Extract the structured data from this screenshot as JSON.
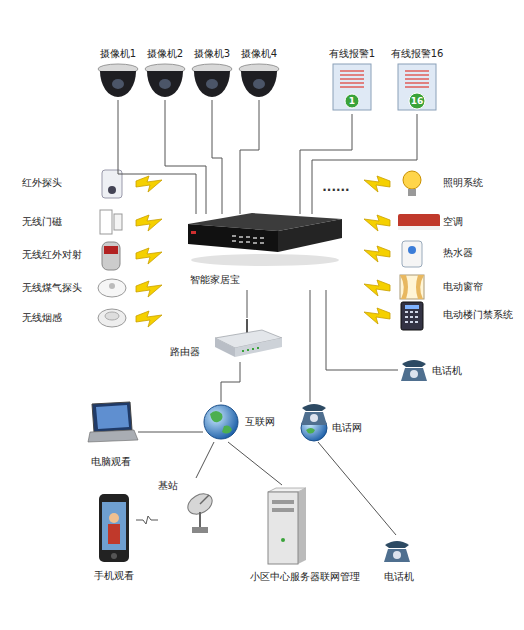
{
  "diagram": {
    "nodes": [
      {
        "text": [
          "摄像机1"
        ]
      },
      {
        "text": [
          "摄像机2"
        ]
      },
      {
        "text": [
          "摄像机3"
        ]
      },
      {
        "text": [
          "摄像机4"
        ]
      },
      {
        "text": [
          "有线报警1"
        ]
      },
      {
        "text": [
          "有线报警16"
        ]
      },
      {
        "text": [
          "红外探头"
        ]
      },
      {
        "text": [
          "无线门磁"
        ]
      },
      {
        "text": [
          "无线红外对射"
        ]
      },
      {
        "text": [
          "无线煤气探头"
        ]
      },
      {
        "text": [
          "无线烟感"
        ]
      },
      {
        "text": [
          "智能家居宝"
        ]
      },
      {
        "text": [
          "照明系统"
        ]
      },
      {
        "text": [
          "空调"
        ]
      },
      {
        "text": [
          "热水器"
        ]
      },
      {
        "text": [
          "电动窗帘"
        ]
      },
      {
        "text": [
          "电动楼门禁系统"
        ]
      },
      {
        "text": [
          "路由器"
        ]
      },
      {
        "text": [
          "电话机"
        ]
      },
      {
        "text": [
          "互联网"
        ]
      },
      {
        "text": [
          "电话网"
        ]
      },
      {
        "text": [
          "电脑观看"
        ]
      },
      {
        "text": [
          "基站"
        ]
      },
      {
        "text": [
          "手机观看"
        ]
      },
      {
        "text": [
          "小区中心服务器联网管理"
        ]
      },
      {
        "text": [
          "电话机"
        ]
      }
    ],
    "edges": [
      {
        "from": 0,
        "to": 11,
        "arrow": "none"
      },
      {
        "from": 1,
        "to": 11,
        "arrow": "none"
      },
      {
        "from": 2,
        "to": 11,
        "arrow": "none"
      },
      {
        "from": 3,
        "to": 11,
        "arrow": "none"
      },
      {
        "from": 4,
        "to": 11,
        "arrow": "none"
      },
      {
        "from": 5,
        "to": 11,
        "arrow": "none"
      },
      {
        "from": 11,
        "to": 17,
        "arrow": "none"
      },
      {
        "from": 11,
        "to": 18,
        "arrow": "none"
      },
      {
        "from": 11,
        "to": 20,
        "arrow": "none"
      },
      {
        "from": 17,
        "to": 19,
        "arrow": "none"
      },
      {
        "from": 19,
        "to": 21,
        "arrow": "none"
      },
      {
        "from": 19,
        "to": 22,
        "arrow": "none"
      },
      {
        "from": 19,
        "to": 24,
        "arrow": "none"
      },
      {
        "from": 20,
        "to": 25,
        "arrow": "none"
      },
      {
        "from": 22,
        "to": 23,
        "arrow": "none"
      }
    ],
    "labels": [
      "1",
      "16",
      "......"
    ]
  }
}
